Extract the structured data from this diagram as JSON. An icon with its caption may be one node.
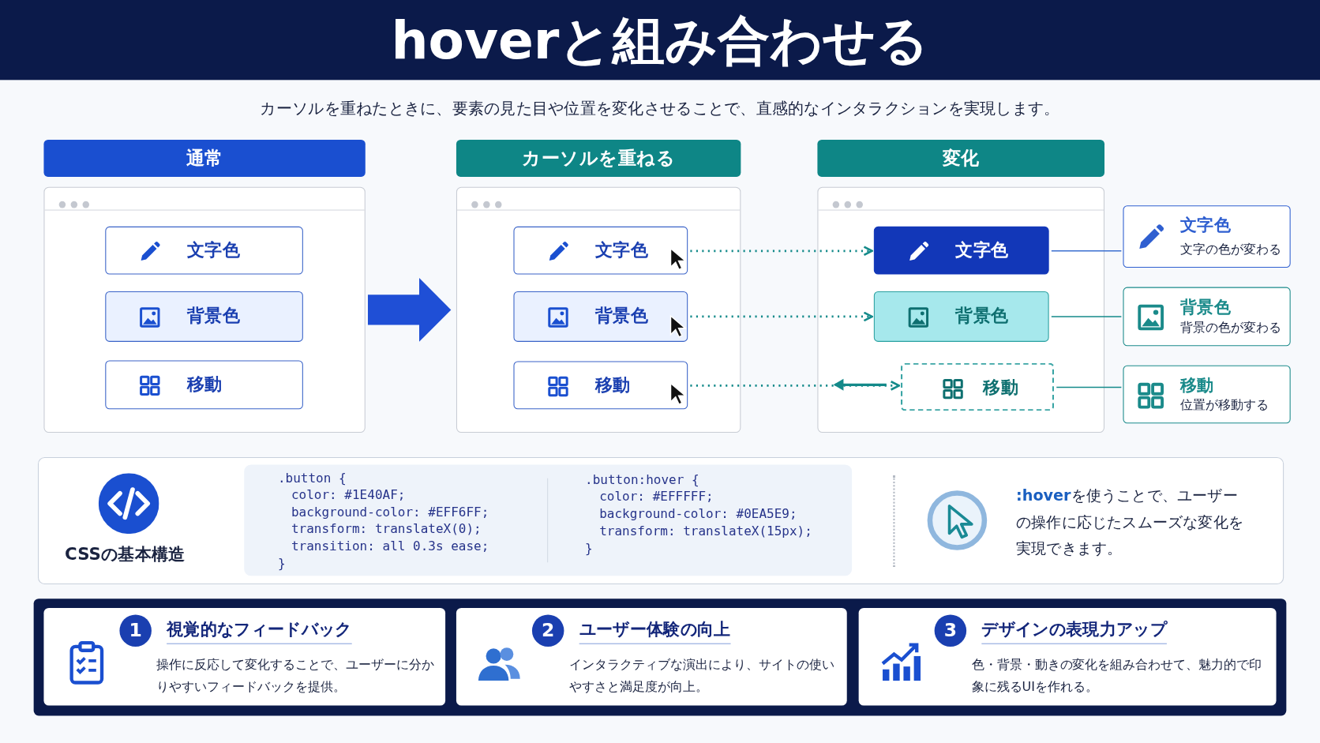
{
  "diagram": {
    "title": "hoverと組み合わせる",
    "nodes": [
      {
        "text": [
          "通常"
        ]
      },
      {
        "text": [
          "文字色"
        ],
        "in": 0
      },
      {
        "text": [
          "背景色"
        ],
        "in": 0
      },
      {
        "text": [
          "移動"
        ],
        "in": 0
      },
      {
        "text": [
          "カーソルを重ねる"
        ]
      },
      {
        "text": [
          "文字色"
        ],
        "in": 4
      },
      {
        "text": [
          "背景色"
        ],
        "in": 4
      },
      {
        "text": [
          "移動"
        ],
        "in": 4
      },
      {
        "text": [
          "変化"
        ]
      },
      {
        "text": [
          "文字色"
        ],
        "in": 8
      },
      {
        "text": [
          "背景色"
        ],
        "in": 8
      },
      {
        "text": [
          "移動"
        ],
        "in": 8
      },
      {
        "text": [
          "文字色",
          "文字の色が変わる"
        ]
      },
      {
        "text": [
          "背景色",
          "背景の色が変わる"
        ]
      },
      {
        "text": [
          "移動",
          "位置が移動する"
        ]
      },
      {
        "text": [
          "1",
          "視覚的なフィードバック",
          "操作に反応して変化することで、ユーザーに分かりやすいフィードバックを提供。"
        ]
      },
      {
        "text": [
          "2",
          "ユーザー体験の向上",
          "インタラクティブな演出により、サイトの使いやすさと満足度が向上。"
        ]
      },
      {
        "text": [
          "3",
          "デザインの表現力アップ",
          "色・背景・動きの変化を組み合わせて、魅力的で印象に残るUIを作れる。"
        ]
      }
    ],
    "edges": [
      {
        "from": 0,
        "to": 4,
        "arrow": "to",
        "style": "thick",
        "color": "#1f4fd6"
      },
      {
        "from": 5,
        "to": 9,
        "arrow": "to",
        "style": "dashed"
      },
      {
        "from": 6,
        "to": 10,
        "arrow": "to",
        "style": "dashed"
      },
      {
        "from": 7,
        "to": 11,
        "arrow": "to",
        "style": "dashed"
      },
      {
        "from": 9,
        "to": 12,
        "arrow": "none",
        "color": "#3b6fd0"
      },
      {
        "from": 10,
        "to": 13,
        "arrow": "none"
      },
      {
        "from": 11,
        "to": 14,
        "arrow": "none"
      }
    ],
    "labels": [
      "カーソルを重ねたときに、要素の見た目や位置を変化させることで、直感的なインタラクションを実現します。",
      "CSSの基本構造",
      ".button {",
      "color: #1E40AF;",
      "background-color: #EFF6FF;",
      "transform: translateX(0);",
      "transition: all 0.3s ease;",
      "}",
      ".button:hover {",
      "color: #EFFFFF;",
      "background-color: #0EA5E9;",
      "transform: translateX(15px);",
      "}",
      "**:hover**を使うことで、ユーザーの操作に応じたスムーズな変化を実現できます。"
    ]
  }
}
